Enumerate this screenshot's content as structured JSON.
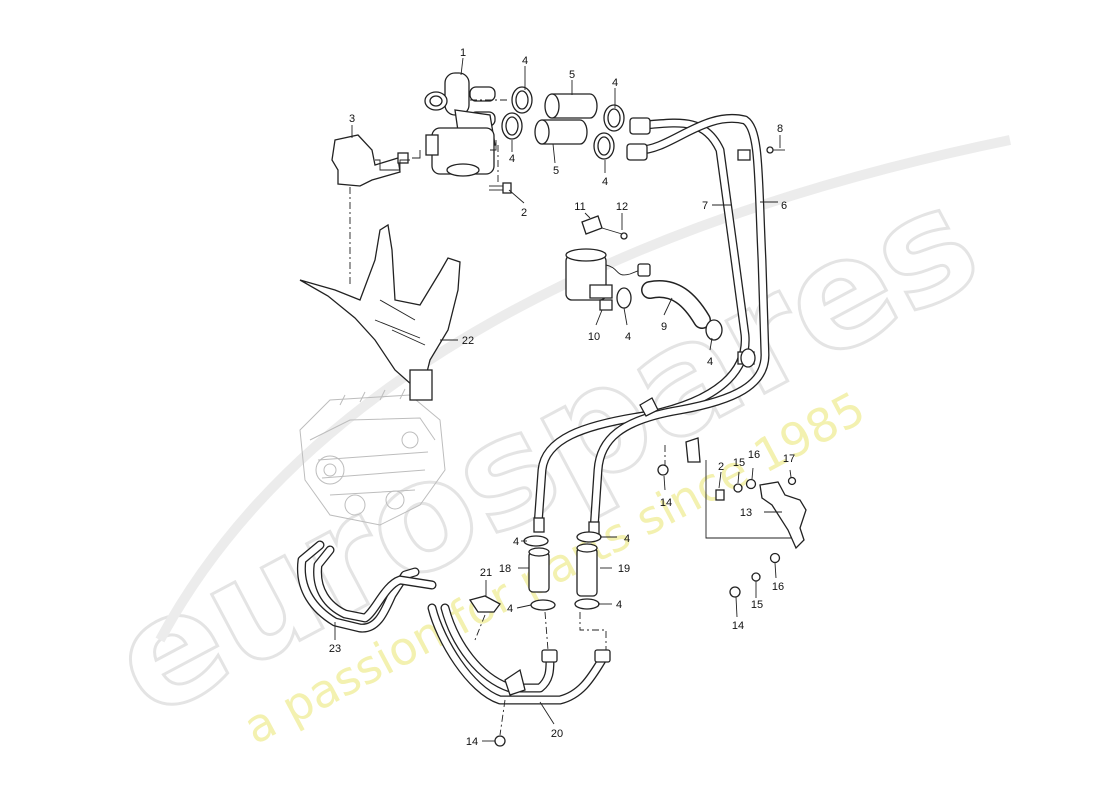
{
  "watermark": {
    "logo_text": "eurospares",
    "tagline": "a passion for parts since 1985"
  },
  "callouts": [
    {
      "id": "c1",
      "label": "1"
    },
    {
      "id": "c2a",
      "label": "2"
    },
    {
      "id": "c2b",
      "label": "2"
    },
    {
      "id": "c3",
      "label": "3"
    },
    {
      "id": "c4a",
      "label": "4"
    },
    {
      "id": "c4b",
      "label": "4"
    },
    {
      "id": "c4c",
      "label": "4"
    },
    {
      "id": "c4d",
      "label": "4"
    },
    {
      "id": "c4e",
      "label": "4"
    },
    {
      "id": "c4f",
      "label": "4"
    },
    {
      "id": "c4g",
      "label": "4"
    },
    {
      "id": "c4h",
      "label": "4"
    },
    {
      "id": "c4i",
      "label": "4"
    },
    {
      "id": "c4j",
      "label": "4"
    },
    {
      "id": "c4k",
      "label": "4"
    },
    {
      "id": "c5a",
      "label": "5"
    },
    {
      "id": "c5b",
      "label": "5"
    },
    {
      "id": "c6",
      "label": "6"
    },
    {
      "id": "c7",
      "label": "7"
    },
    {
      "id": "c8",
      "label": "8"
    },
    {
      "id": "c9",
      "label": "9"
    },
    {
      "id": "c10",
      "label": "10"
    },
    {
      "id": "c11",
      "label": "11"
    },
    {
      "id": "c12",
      "label": "12"
    },
    {
      "id": "c13",
      "label": "13"
    },
    {
      "id": "c14a",
      "label": "14"
    },
    {
      "id": "c14b",
      "label": "14"
    },
    {
      "id": "c14c",
      "label": "14"
    },
    {
      "id": "c15a",
      "label": "15"
    },
    {
      "id": "c15b",
      "label": "15"
    },
    {
      "id": "c16a",
      "label": "16"
    },
    {
      "id": "c16b",
      "label": "16"
    },
    {
      "id": "c17",
      "label": "17"
    },
    {
      "id": "c18",
      "label": "18"
    },
    {
      "id": "c19",
      "label": "19"
    },
    {
      "id": "c20",
      "label": "20"
    },
    {
      "id": "c21",
      "label": "21"
    },
    {
      "id": "c22",
      "label": "22"
    },
    {
      "id": "c23",
      "label": "23"
    }
  ]
}
